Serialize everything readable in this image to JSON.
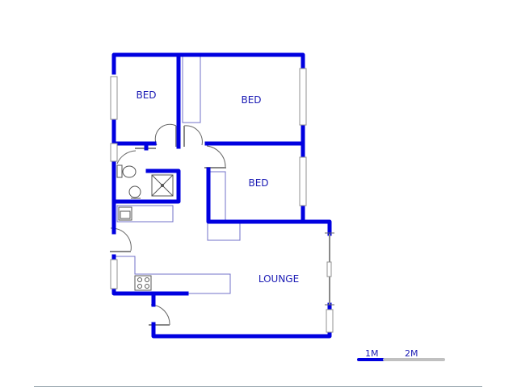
{
  "floorplan": {
    "colors": {
      "wall": "#0000e0",
      "fixture_outline": "#7070c8",
      "window": "#909090",
      "label": "#1a1ab4",
      "scale_active": "#0000e0",
      "scale_inactive": "#c0c0c0",
      "footer_line": "#9aa8b0"
    },
    "rooms": [
      {
        "id": "bed-1",
        "label": "BED"
      },
      {
        "id": "bed-2",
        "label": "BED"
      },
      {
        "id": "bed-3",
        "label": "BED"
      },
      {
        "id": "lounge",
        "label": "LOUNGE"
      }
    ],
    "scale_bar": {
      "label_1": "1M",
      "label_2": "2M"
    }
  }
}
